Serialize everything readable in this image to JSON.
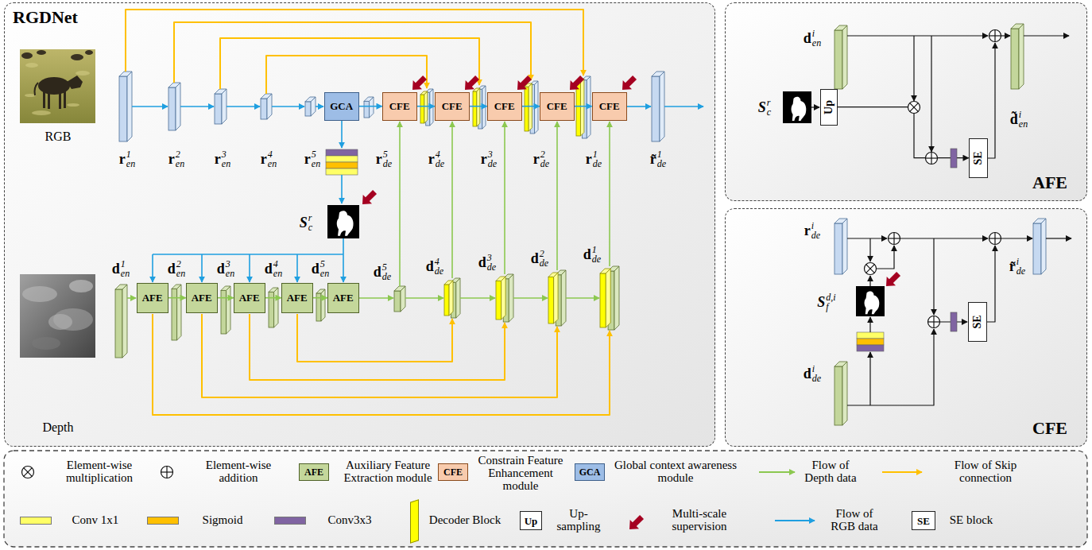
{
  "diagram": {
    "nodes": [
      {
        "text": [
          "RGDNet"
        ]
      },
      {
        "text": [
          "GCA"
        ],
        "in": 0
      },
      {
        "text": [
          "CFE"
        ],
        "in": 0
      },
      {
        "text": [
          "CFE"
        ],
        "in": 0
      },
      {
        "text": [
          "CFE"
        ],
        "in": 0
      },
      {
        "text": [
          "CFE"
        ],
        "in": 0
      },
      {
        "text": [
          "CFE"
        ],
        "in": 0
      },
      {
        "text": [
          "AFE"
        ],
        "in": 0
      },
      {
        "text": [
          "AFE"
        ],
        "in": 0
      },
      {
        "text": [
          "AFE"
        ],
        "in": 0
      },
      {
        "text": [
          "AFE"
        ],
        "in": 0
      },
      {
        "text": [
          "AFE"
        ],
        "in": 0
      },
      {
        "text": [
          "AFE"
        ]
      },
      {
        "text": [
          "Up"
        ],
        "in": 12
      },
      {
        "text": [
          "SE"
        ],
        "in": 12
      },
      {
        "text": [
          "CFE"
        ]
      },
      {
        "text": [
          "SE"
        ],
        "in": 15
      },
      {
        "text": [
          "AFE"
        ]
      },
      {
        "text": [
          "CFE"
        ]
      },
      {
        "text": [
          "GCA"
        ]
      },
      {
        "text": [
          "Up"
        ]
      },
      {
        "text": [
          "SE"
        ]
      }
    ],
    "edges": [
      {
        "from": 1,
        "to": 2,
        "arrow": "to"
      },
      {
        "from": 2,
        "to": 3,
        "arrow": "to"
      },
      {
        "from": 3,
        "to": 4,
        "arrow": "to"
      },
      {
        "from": 4,
        "to": 5,
        "arrow": "to"
      },
      {
        "from": 5,
        "to": 6,
        "arrow": "to"
      },
      {
        "from": 7,
        "to": 8,
        "arrow": "to"
      },
      {
        "from": 8,
        "to": 9,
        "arrow": "to"
      },
      {
        "from": 9,
        "to": 10,
        "arrow": "to"
      },
      {
        "from": 10,
        "to": 11,
        "arrow": "to"
      },
      {
        "from": 13,
        "to": 14,
        "arrow": "to"
      }
    ],
    "labels": [
      "RGB",
      "Depth",
      "r",
      "en",
      "1",
      "r",
      "en",
      "2",
      "r",
      "en",
      "3",
      "r",
      "en",
      "4",
      "r",
      "en",
      "5",
      "r",
      "de",
      "5",
      "r",
      "de",
      "4",
      "r",
      "de",
      "3",
      "r",
      "de",
      "2",
      "r",
      "de",
      "1",
      "r̃",
      "de",
      "1",
      "S",
      "c",
      "r",
      "d",
      "en",
      "1",
      "d",
      "en",
      "2",
      "d",
      "en",
      "3",
      "d",
      "en",
      "4",
      "d",
      "en",
      "5",
      "d",
      "de",
      "5",
      "d",
      "de",
      "4",
      "d",
      "de",
      "3",
      "d",
      "de",
      "2",
      "d",
      "de",
      "1",
      "d",
      "en",
      "i",
      "S",
      "c",
      "r",
      "d̃",
      "en",
      "i",
      "r",
      "de",
      "i",
      "S",
      "f",
      "d,i",
      "r̃",
      "de",
      "i",
      "d",
      "de",
      "i"
    ],
    "legend": [
      {
        "text": "Element-wise multiplication"
      },
      {
        "text": "Element-wise addition"
      },
      {
        "text": "Auxiliary Feature Extraction module"
      },
      {
        "text": "Constrain Feature Enhancement module"
      },
      {
        "text": "Global context awareness module"
      },
      {
        "text": "Flow of Depth data"
      },
      {
        "text": "Flow of Skip connection"
      },
      {
        "text": "Conv 1x1",
        "color": "#ffff66"
      },
      {
        "text": "Sigmoid",
        "color": "#ffc000"
      },
      {
        "text": "Conv3x3",
        "color": "#8064a2"
      },
      {
        "text": "Decoder Block",
        "color": "#ffff00"
      },
      {
        "text": "Up-sampling"
      },
      {
        "text": "Multi-scale supervision"
      },
      {
        "text": "Flow of RGB data"
      },
      {
        "text": "SE block"
      }
    ]
  }
}
